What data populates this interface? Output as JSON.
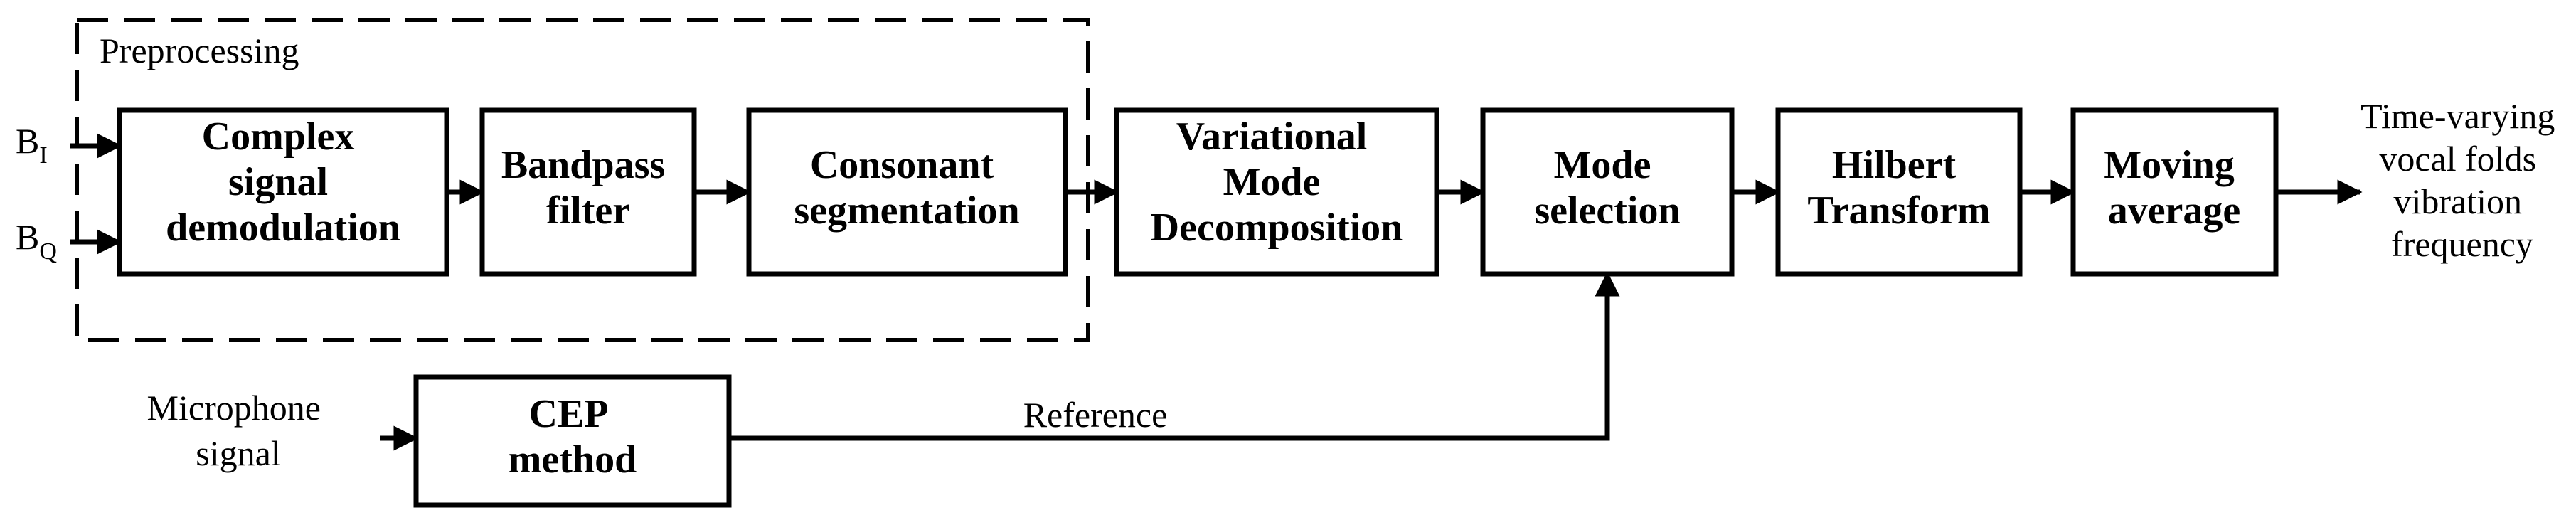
{
  "group": {
    "label": "Preprocessing"
  },
  "inputs": {
    "bi": {
      "base": "B",
      "sub": "I"
    },
    "bq": {
      "base": "B",
      "sub": "Q"
    },
    "mic": {
      "line1": "Microphone",
      "line2": "signal"
    }
  },
  "blocks": {
    "complex_demod": [
      "Complex",
      "signal",
      "demodulation"
    ],
    "bandpass": [
      "Bandpass",
      "filter"
    ],
    "consonant": [
      "Consonant",
      "segmentation"
    ],
    "vmd": [
      "Variational",
      "Mode",
      "Decomposition"
    ],
    "mode_sel": [
      "Mode",
      "selection"
    ],
    "hilbert": [
      "Hilbert",
      "Transform"
    ],
    "moving_avg": [
      "Moving",
      "average"
    ],
    "cep": [
      "CEP",
      "method"
    ]
  },
  "edges": {
    "reference_label": "Reference"
  },
  "output": [
    "Time-varying",
    "vocal folds",
    "vibration",
    "frequency"
  ]
}
